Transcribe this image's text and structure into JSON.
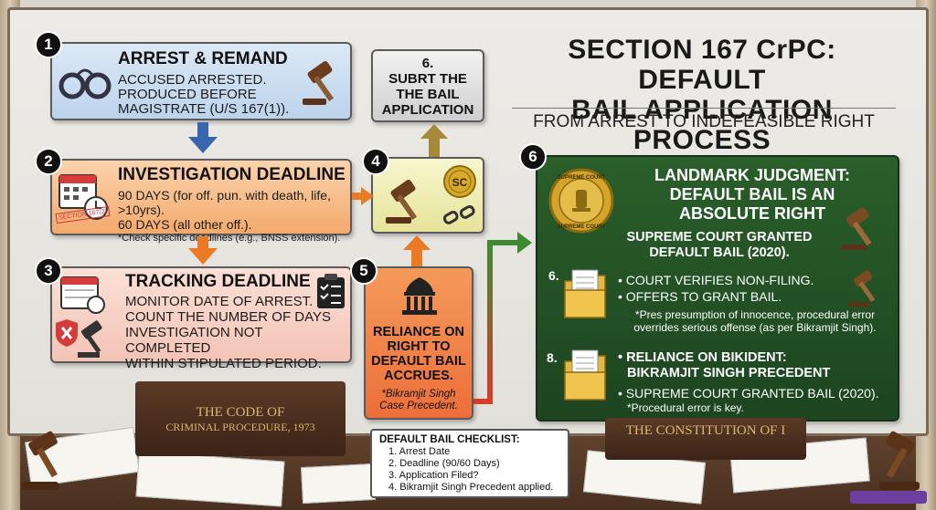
{
  "header": {
    "title_line1": "SECTION 167 CrPC: DEFAULT",
    "title_line2": "BAIL APPLICATION PROCESS",
    "subtitle": "FROM ARREST TO INDEFEASIBLE RIGHT"
  },
  "steps": {
    "s1": {
      "num": "1",
      "title": "ARREST & REMAND",
      "l1": "ACCUSED ARRESTED.",
      "l2": "PRODUCED BEFORE",
      "l3": "MAGISTRATE (U/S 167(1))."
    },
    "s2": {
      "num": "2",
      "title": "INVESTIGATION DEADLINE",
      "l1": "90 DAYS (for off. pun. with death, life, >10yrs).",
      "l2": "60 DAYS (all other off.).",
      "l3": "*Check specific deadlines (e.g., BNSS extension).",
      "stamp": "SECTION 167(2)"
    },
    "s3": {
      "num": "3",
      "title": "TRACKING DEADLINE",
      "l1": "MONITOR DATE OF ARREST.",
      "l2": "COUNT THE NUMBER OF DAYS",
      "l3": "INVESTIGATION NOT COMPLETED",
      "l4": "WITHIN STIPULATED PERIOD."
    },
    "s4": {
      "num": "4",
      "badge": "SC"
    },
    "s5": {
      "num": "5",
      "l1": "RELIANCE ON",
      "l2": "RIGHT TO",
      "l3": "DEFAULT BAIL",
      "l4": "ACCRUES.",
      "n1": "*Bikramjit Singh",
      "n2": "Case Precedent."
    },
    "s6top": {
      "l1": "6.",
      "l2": "SUBRT THE",
      "l3": "THE BAIL",
      "l4": "APPLICATION"
    },
    "s6": {
      "num": "6",
      "t1": "LANDMARK JUDGMENT:",
      "t2": "DEFAULT BAIL IS AN",
      "t3": "ABSOLUTE RIGHT",
      "sc1": "SUPREME COURT GRANTED",
      "sc2": "DEFAULT BAIL (2020).",
      "seal_top": "SUPREME COURT",
      "seal_bottom": "SUPREME COURT",
      "sub6": "6.",
      "b1": "• COURT VERIFIES NON-FILING.",
      "b2": "• OFFERS TO GRANT BAIL.",
      "n1": "*Pres presumption of innocence, procedural error",
      "n2": "overrides serious offense (as per Bikramjit Singh).",
      "sub8": "8.",
      "b3": "• RELIANCE ON BIKIDENT:",
      "b4": "BIKRAMJIT SINGH PRECEDENT",
      "b5": "• SUPREME COURT GRANTED BAIL (2020).",
      "n3": "*Procedural error is key."
    }
  },
  "books": {
    "left1": "THE CODE OF",
    "left2": "CRIMINAL PROCEDURE, 1973",
    "right": "THE CONSTITUTION OF I"
  },
  "checklist": {
    "title": "DEFAULT BAIL CHECKLIST:",
    "items": [
      "1. Arrest Date",
      "2. Deadline (90/60 Days)",
      "3. Application Filed?",
      "4. Bikramjit Singh Precedent applied."
    ]
  },
  "colors": {
    "blue": "#cfe0f3",
    "orange": "#f6b77e",
    "pink": "#f7d2c7",
    "yellow": "#f1efb4",
    "green": "#1f4d22"
  }
}
